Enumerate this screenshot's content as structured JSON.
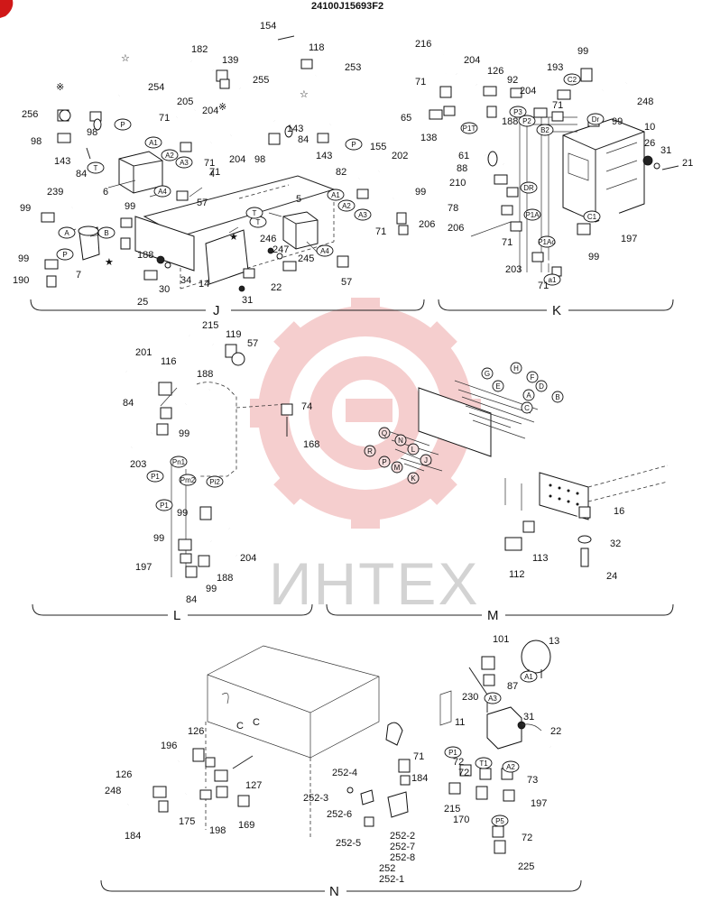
{
  "drawing_number": "24100J15693F2",
  "watermark": "ИНТЕХ",
  "sections": {
    "J": "J",
    "K": "K",
    "L": "L",
    "M": "M",
    "N": "N"
  },
  "symbols": {
    "star": "★",
    "star_outline": "☆",
    "asterisk": "※"
  },
  "tags_J": [
    "A1",
    "A2",
    "A3",
    "A4",
    "P",
    "T",
    "A",
    "B",
    "P",
    "T",
    "A1",
    "A2",
    "A3",
    "A4",
    "P",
    "T"
  ],
  "tags_K": [
    "P1T",
    "P3",
    "P2",
    "B2",
    "Dr",
    "C2",
    "DR",
    "P1A",
    "P1Ao",
    "a1",
    "C1"
  ],
  "tags_L": [
    "P1",
    "Pn1",
    "Pm2",
    "Pi2",
    "P1"
  ],
  "tags_M": [
    "A",
    "B",
    "C",
    "D",
    "E",
    "F",
    "G",
    "H",
    "J",
    "K",
    "L",
    "M",
    "N",
    "P",
    "Q",
    "R"
  ],
  "tags_N": [
    "A1",
    "A3",
    "P1",
    "T1",
    "A2",
    "P5"
  ],
  "labels_J": [
    "182",
    "139",
    "154",
    "118",
    "253",
    "254",
    "255",
    "256",
    "98",
    "143",
    "98",
    "205",
    "204",
    "84",
    "98",
    "143",
    "155",
    "202",
    "6",
    "239",
    "99",
    "99",
    "7",
    "190",
    "99",
    "188",
    "25",
    "30",
    "34",
    "14",
    "31",
    "22",
    "71",
    "71",
    "57",
    "5",
    "82",
    "99",
    "206",
    "246",
    "247",
    "245",
    "57",
    "71",
    "204",
    "143",
    "84",
    "71",
    "4"
  ],
  "labels_K": [
    "216",
    "204",
    "126",
    "193",
    "99",
    "71",
    "92",
    "204",
    "248",
    "65",
    "138",
    "188",
    "71",
    "99",
    "10",
    "26",
    "31",
    "21",
    "61",
    "88",
    "210",
    "78",
    "206",
    "71",
    "197",
    "203",
    "71",
    "99"
  ],
  "labels_L": [
    "215",
    "119",
    "57",
    "201",
    "116",
    "188",
    "84",
    "74",
    "99",
    "168",
    "203",
    "99",
    "197",
    "99",
    "204",
    "188",
    "84",
    "99"
  ],
  "labels_M": [
    "16",
    "112",
    "113",
    "32",
    "24"
  ],
  "labels_N": [
    "101",
    "13",
    "230",
    "87",
    "11",
    "31",
    "22",
    "196",
    "126",
    "126",
    "248",
    "127",
    "175",
    "198",
    "169",
    "184",
    "71",
    "184",
    "252-4",
    "252-3",
    "252-6",
    "252-5",
    "252-2",
    "252-7",
    "252-8",
    "252",
    "252-1",
    "72",
    "72",
    "215",
    "170",
    "73",
    "197",
    "72",
    "225"
  ]
}
